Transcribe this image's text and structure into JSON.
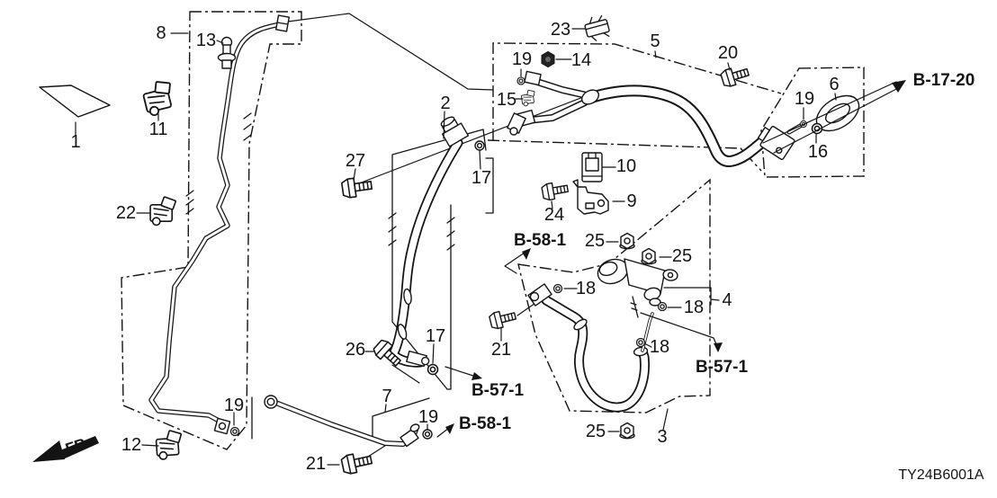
{
  "diagram": {
    "code": "TY24B6001A",
    "direction_label": "FR.",
    "colors": {
      "background": "#ffffff",
      "line": "#141414"
    },
    "callouts": [
      {
        "name": "callout-1",
        "text": "1"
      },
      {
        "name": "callout-8",
        "text": "8"
      },
      {
        "name": "callout-13",
        "text": "13"
      },
      {
        "name": "callout-11",
        "text": "11"
      },
      {
        "name": "callout-22",
        "text": "22"
      },
      {
        "name": "callout-12",
        "text": "12"
      },
      {
        "name": "callout-2",
        "text": "2"
      },
      {
        "name": "callout-27",
        "text": "27"
      },
      {
        "name": "callout-17-upper",
        "text": "17"
      },
      {
        "name": "callout-26",
        "text": "26"
      },
      {
        "name": "callout-17-lower",
        "text": "17"
      },
      {
        "name": "callout-7",
        "text": "7"
      },
      {
        "name": "callout-19-bottom-left",
        "text": "19"
      },
      {
        "name": "callout-19-bottom-middle",
        "text": "19"
      },
      {
        "name": "callout-21-bottom",
        "text": "21"
      },
      {
        "name": "callout-21-middle",
        "text": "21"
      },
      {
        "name": "callout-23",
        "text": "23"
      },
      {
        "name": "callout-19-top",
        "text": "19"
      },
      {
        "name": "callout-14",
        "text": "14"
      },
      {
        "name": "callout-15",
        "text": "15"
      },
      {
        "name": "callout-5",
        "text": "5"
      },
      {
        "name": "callout-20",
        "text": "20"
      },
      {
        "name": "callout-6",
        "text": "6"
      },
      {
        "name": "callout-19-right",
        "text": "19"
      },
      {
        "name": "callout-16",
        "text": "16"
      },
      {
        "name": "callout-10",
        "text": "10"
      },
      {
        "name": "callout-9",
        "text": "9"
      },
      {
        "name": "callout-24",
        "text": "24"
      },
      {
        "name": "callout-25-a",
        "text": "25"
      },
      {
        "name": "callout-25-b",
        "text": "25"
      },
      {
        "name": "callout-18-a",
        "text": "18"
      },
      {
        "name": "callout-18-b",
        "text": "18"
      },
      {
        "name": "callout-4",
        "text": "4"
      },
      {
        "name": "callout-18-c",
        "text": "18"
      },
      {
        "name": "callout-25-c",
        "text": "25"
      },
      {
        "name": "callout-3",
        "text": "3"
      }
    ],
    "references": [
      {
        "name": "ref-b-17-20",
        "text": "B-17-20"
      },
      {
        "name": "ref-b-58-1-upper",
        "text": "B-58-1"
      },
      {
        "name": "ref-b-58-1-lower",
        "text": "B-58-1"
      },
      {
        "name": "ref-b-57-1-left",
        "text": "B-57-1"
      },
      {
        "name": "ref-b-57-1-right",
        "text": "B-57-1"
      }
    ]
  }
}
